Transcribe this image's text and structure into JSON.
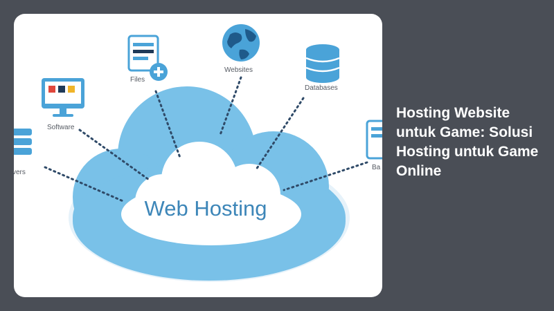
{
  "title": "Hosting Website untuk Game: Solusi Hosting untuk Game Online",
  "diagram": {
    "center_label": "Web Hosting",
    "nodes": [
      {
        "id": "servers",
        "label": "vers",
        "icon": "server-icon"
      },
      {
        "id": "software",
        "label": "Software",
        "icon": "monitor-icon"
      },
      {
        "id": "files",
        "label": "Files",
        "icon": "file-add-icon"
      },
      {
        "id": "websites",
        "label": "Websites",
        "icon": "globe-icon"
      },
      {
        "id": "databases",
        "label": "Databases",
        "icon": "database-icon"
      },
      {
        "id": "backup",
        "label": "Ba",
        "icon": "device-icon"
      }
    ]
  },
  "colors": {
    "background": "#4a4e56",
    "cloud_outer": "#79c1e8",
    "cloud_inner": "#ffffff",
    "accent_red": "#e0473c",
    "accent_navy": "#1f3a58",
    "accent_yellow": "#f0b429",
    "icon_blue": "#4aa3d8"
  }
}
